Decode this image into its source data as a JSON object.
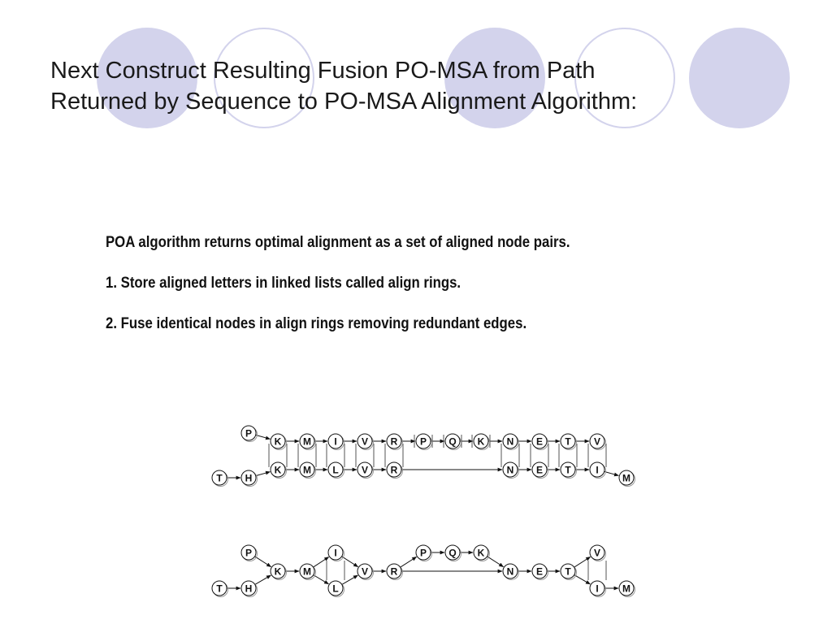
{
  "slide": {
    "title_lines": [
      "Next Construct Resulting Fusion PO-MSA from Path",
      "Returned by Sequence to PO-MSA Alignment Algorithm:"
    ],
    "points": [
      "POA algorithm returns optimal alignment as a set of aligned node pairs.",
      "1. Store aligned letters in linked lists called align rings.",
      "2. Fuse identical nodes in align rings removing redundant edges."
    ],
    "decor_color": "#d3d3ec"
  },
  "diagram_top": {
    "seq1": [
      "P",
      "K",
      "M",
      "I",
      "V",
      "R",
      "P",
      "Q",
      "K",
      "N",
      "E",
      "T",
      "V"
    ],
    "seq2": [
      "T",
      "H",
      "K",
      "M",
      "L",
      "V",
      "R",
      "N",
      "E",
      "T",
      "I",
      "M"
    ]
  },
  "diagram_bottom": {
    "nodes": [
      "P",
      "T",
      "H",
      "K",
      "M",
      "I",
      "L",
      "V",
      "R",
      "P",
      "Q",
      "K",
      "N",
      "E",
      "T",
      "V",
      "I",
      "M"
    ]
  }
}
